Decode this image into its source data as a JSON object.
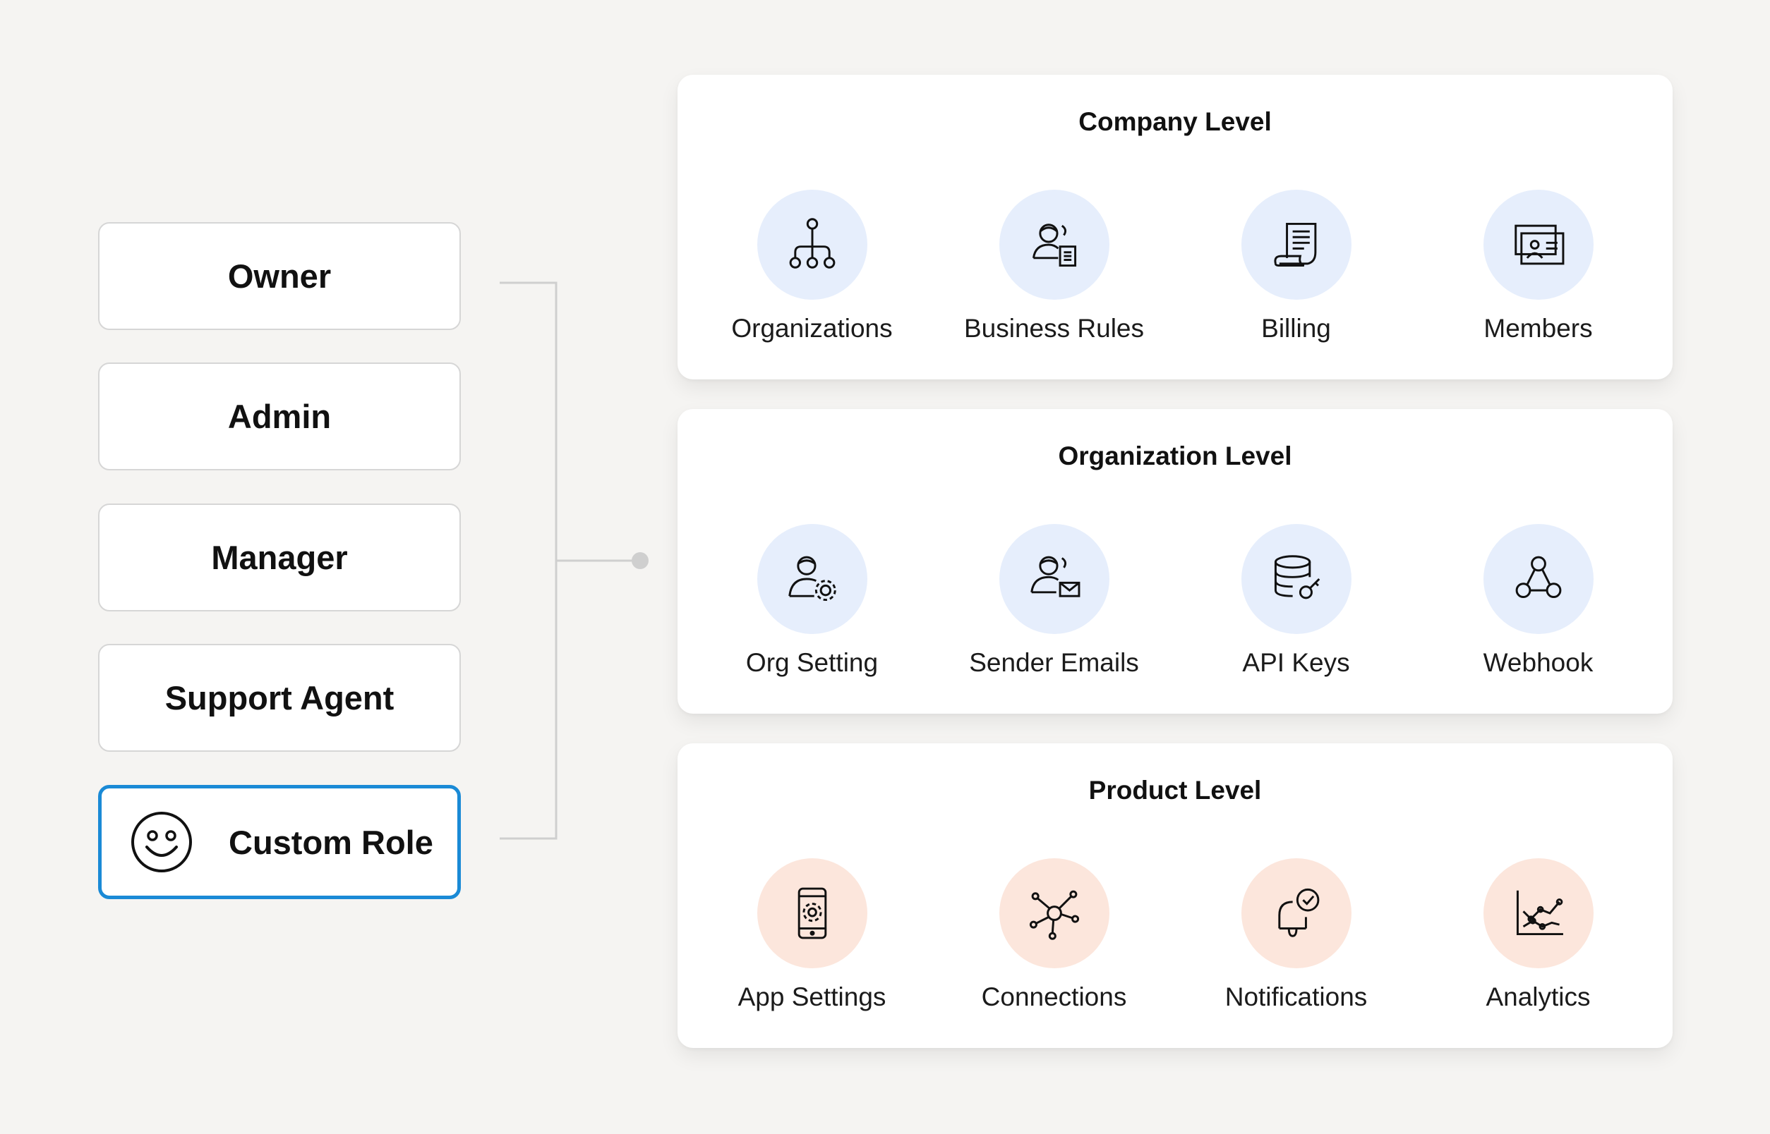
{
  "roles": [
    {
      "label": "Owner"
    },
    {
      "label": "Admin"
    },
    {
      "label": "Manager"
    },
    {
      "label": "Support Agent"
    },
    {
      "label": "Custom Role",
      "icon": "smiley-icon",
      "highlight_color": "#1a8ad6"
    }
  ],
  "levels": [
    {
      "title": "Company Level",
      "icon_bg": "#e6eefc",
      "items": [
        {
          "label": "Organizations",
          "icon": "hierarchy-icon"
        },
        {
          "label": "Business Rules",
          "icon": "user-document-icon"
        },
        {
          "label": "Billing",
          "icon": "receipt-scroll-icon"
        },
        {
          "label": "Members",
          "icon": "id-cards-icon"
        }
      ]
    },
    {
      "title": "Organization Level",
      "icon_bg": "#e6eefc",
      "items": [
        {
          "label": "Org Setting",
          "icon": "user-gear-icon"
        },
        {
          "label": "Sender Emails",
          "icon": "user-mail-icon"
        },
        {
          "label": "API Keys",
          "icon": "database-key-icon"
        },
        {
          "label": "Webhook",
          "icon": "webhook-icon"
        }
      ]
    },
    {
      "title": "Product Level",
      "icon_bg": "#fce6dc",
      "items": [
        {
          "label": "App Settings",
          "icon": "phone-gear-icon"
        },
        {
          "label": "Connections",
          "icon": "network-icon"
        },
        {
          "label": "Notifications",
          "icon": "bell-check-icon"
        },
        {
          "label": "Analytics",
          "icon": "line-chart-icon"
        }
      ]
    }
  ]
}
